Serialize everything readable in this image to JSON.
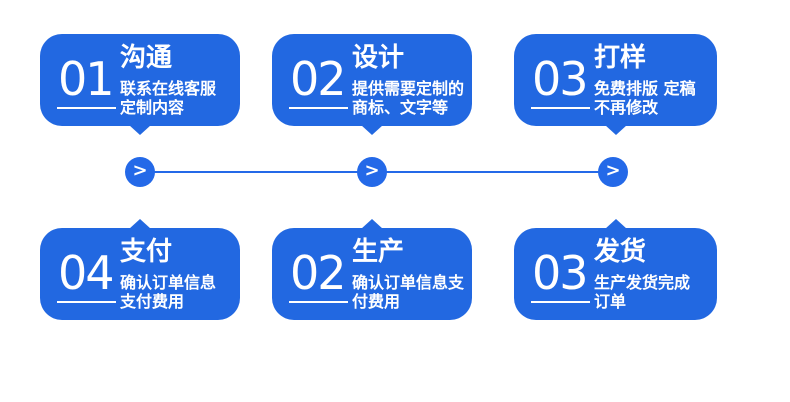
{
  "diagram": {
    "kind": "order-process-steps",
    "colors": {
      "card_blue": "#2268e1",
      "connector_blue": "#2469e8",
      "text_white": "#ffffff",
      "background": "#ffffff"
    },
    "steps": [
      {
        "number": "01",
        "title": "沟通",
        "desc_lines": [
          "联系在线客服",
          "定制内容"
        ]
      },
      {
        "number": "02",
        "title": "设计",
        "desc_lines": [
          "提供需要定制的",
          "商标、文字等"
        ]
      },
      {
        "number": "03",
        "title": "打样",
        "desc_lines": [
          "免费排版 定稿",
          "不再修改"
        ]
      },
      {
        "number": "04",
        "title": "支付",
        "desc_lines": [
          "确认订单信息",
          "支付费用"
        ]
      },
      {
        "number": "02",
        "title": "生产",
        "desc_lines": [
          "确认订单信息支",
          "付费用"
        ]
      },
      {
        "number": "03",
        "title": "发货",
        "desc_lines": [
          "生产发货完成",
          "订单"
        ]
      }
    ],
    "connector": {
      "arrow_glyph": ">",
      "circle_count": 3
    }
  }
}
